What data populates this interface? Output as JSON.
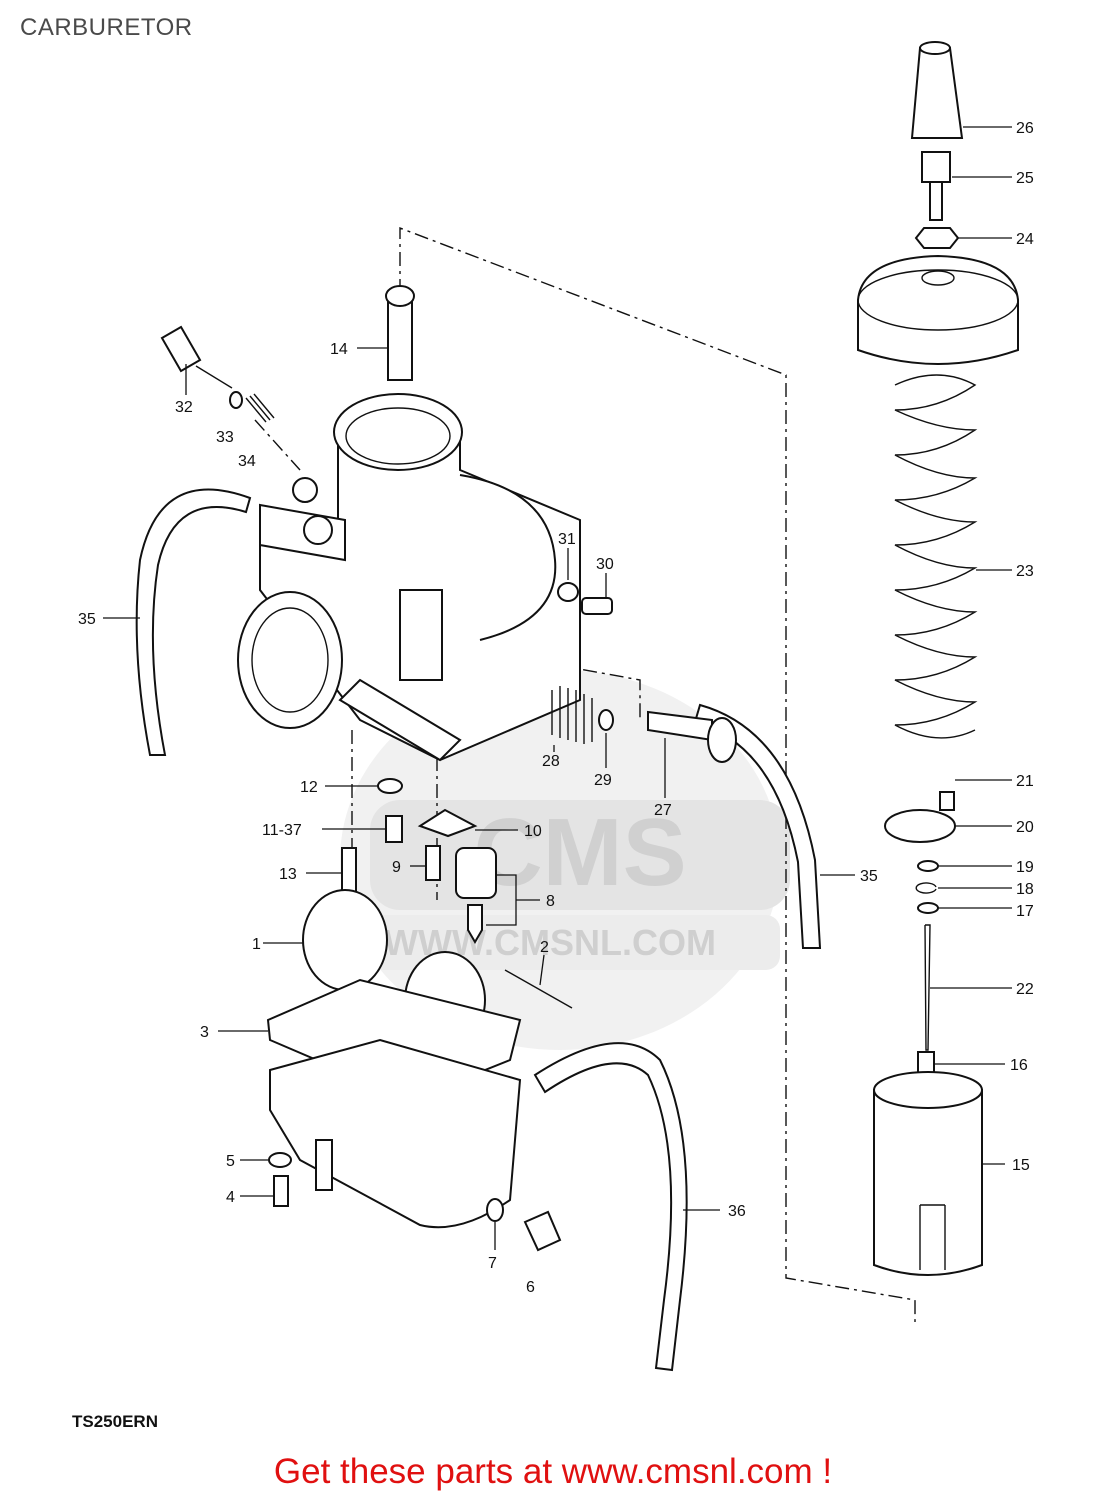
{
  "header": {
    "title": "CARBURETOR"
  },
  "footer": {
    "model_code": "TS250ERN",
    "cta_text": "Get these parts at www.cmsnl.com !"
  },
  "watermark": {
    "brand": "CMS",
    "site": "WWW.CMSNL.COM"
  },
  "callouts": {
    "c1": "1",
    "c2": "2",
    "c3": "3",
    "c4": "4",
    "c5": "5",
    "c6": "6",
    "c7": "7",
    "c8": "8",
    "c9": "9",
    "c10": "10",
    "c11_37": "11-37",
    "c12": "12",
    "c13": "13",
    "c14": "14",
    "c15": "15",
    "c16": "16",
    "c17": "17",
    "c18": "18",
    "c19": "19",
    "c20": "20",
    "c21": "21",
    "c22": "22",
    "c23": "23",
    "c24": "24",
    "c25": "25",
    "c26": "26",
    "c27": "27",
    "c28": "28",
    "c29": "29",
    "c30": "30",
    "c31": "31",
    "c32": "32",
    "c33": "33",
    "c34": "34",
    "c35a": "35",
    "c35b": "35",
    "c36": "36"
  },
  "colors": {
    "link": "#e01010",
    "ink": "#111111",
    "watermark": "#e6e6e6"
  }
}
